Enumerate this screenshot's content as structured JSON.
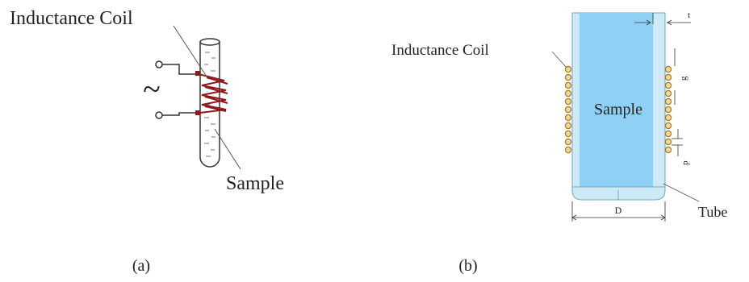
{
  "panel_a": {
    "coil_label": "Inductance Coil",
    "sample_label": "Sample",
    "source_symbol": "~",
    "caption": "(a)"
  },
  "panel_b": {
    "coil_label": "Inductance Coil",
    "sample_label": "Sample",
    "tube_label": "Tube",
    "dim_t": "t",
    "dim_g": "g",
    "dim_p": "p",
    "dim_D": "D",
    "caption": "(b)"
  },
  "colors": {
    "coil_red": "#8b1a1a",
    "bead_gold": "#c9a040",
    "sample_blue": "#8fd0f5",
    "tube_wall": "#cdeaf6",
    "line": "#333333"
  }
}
